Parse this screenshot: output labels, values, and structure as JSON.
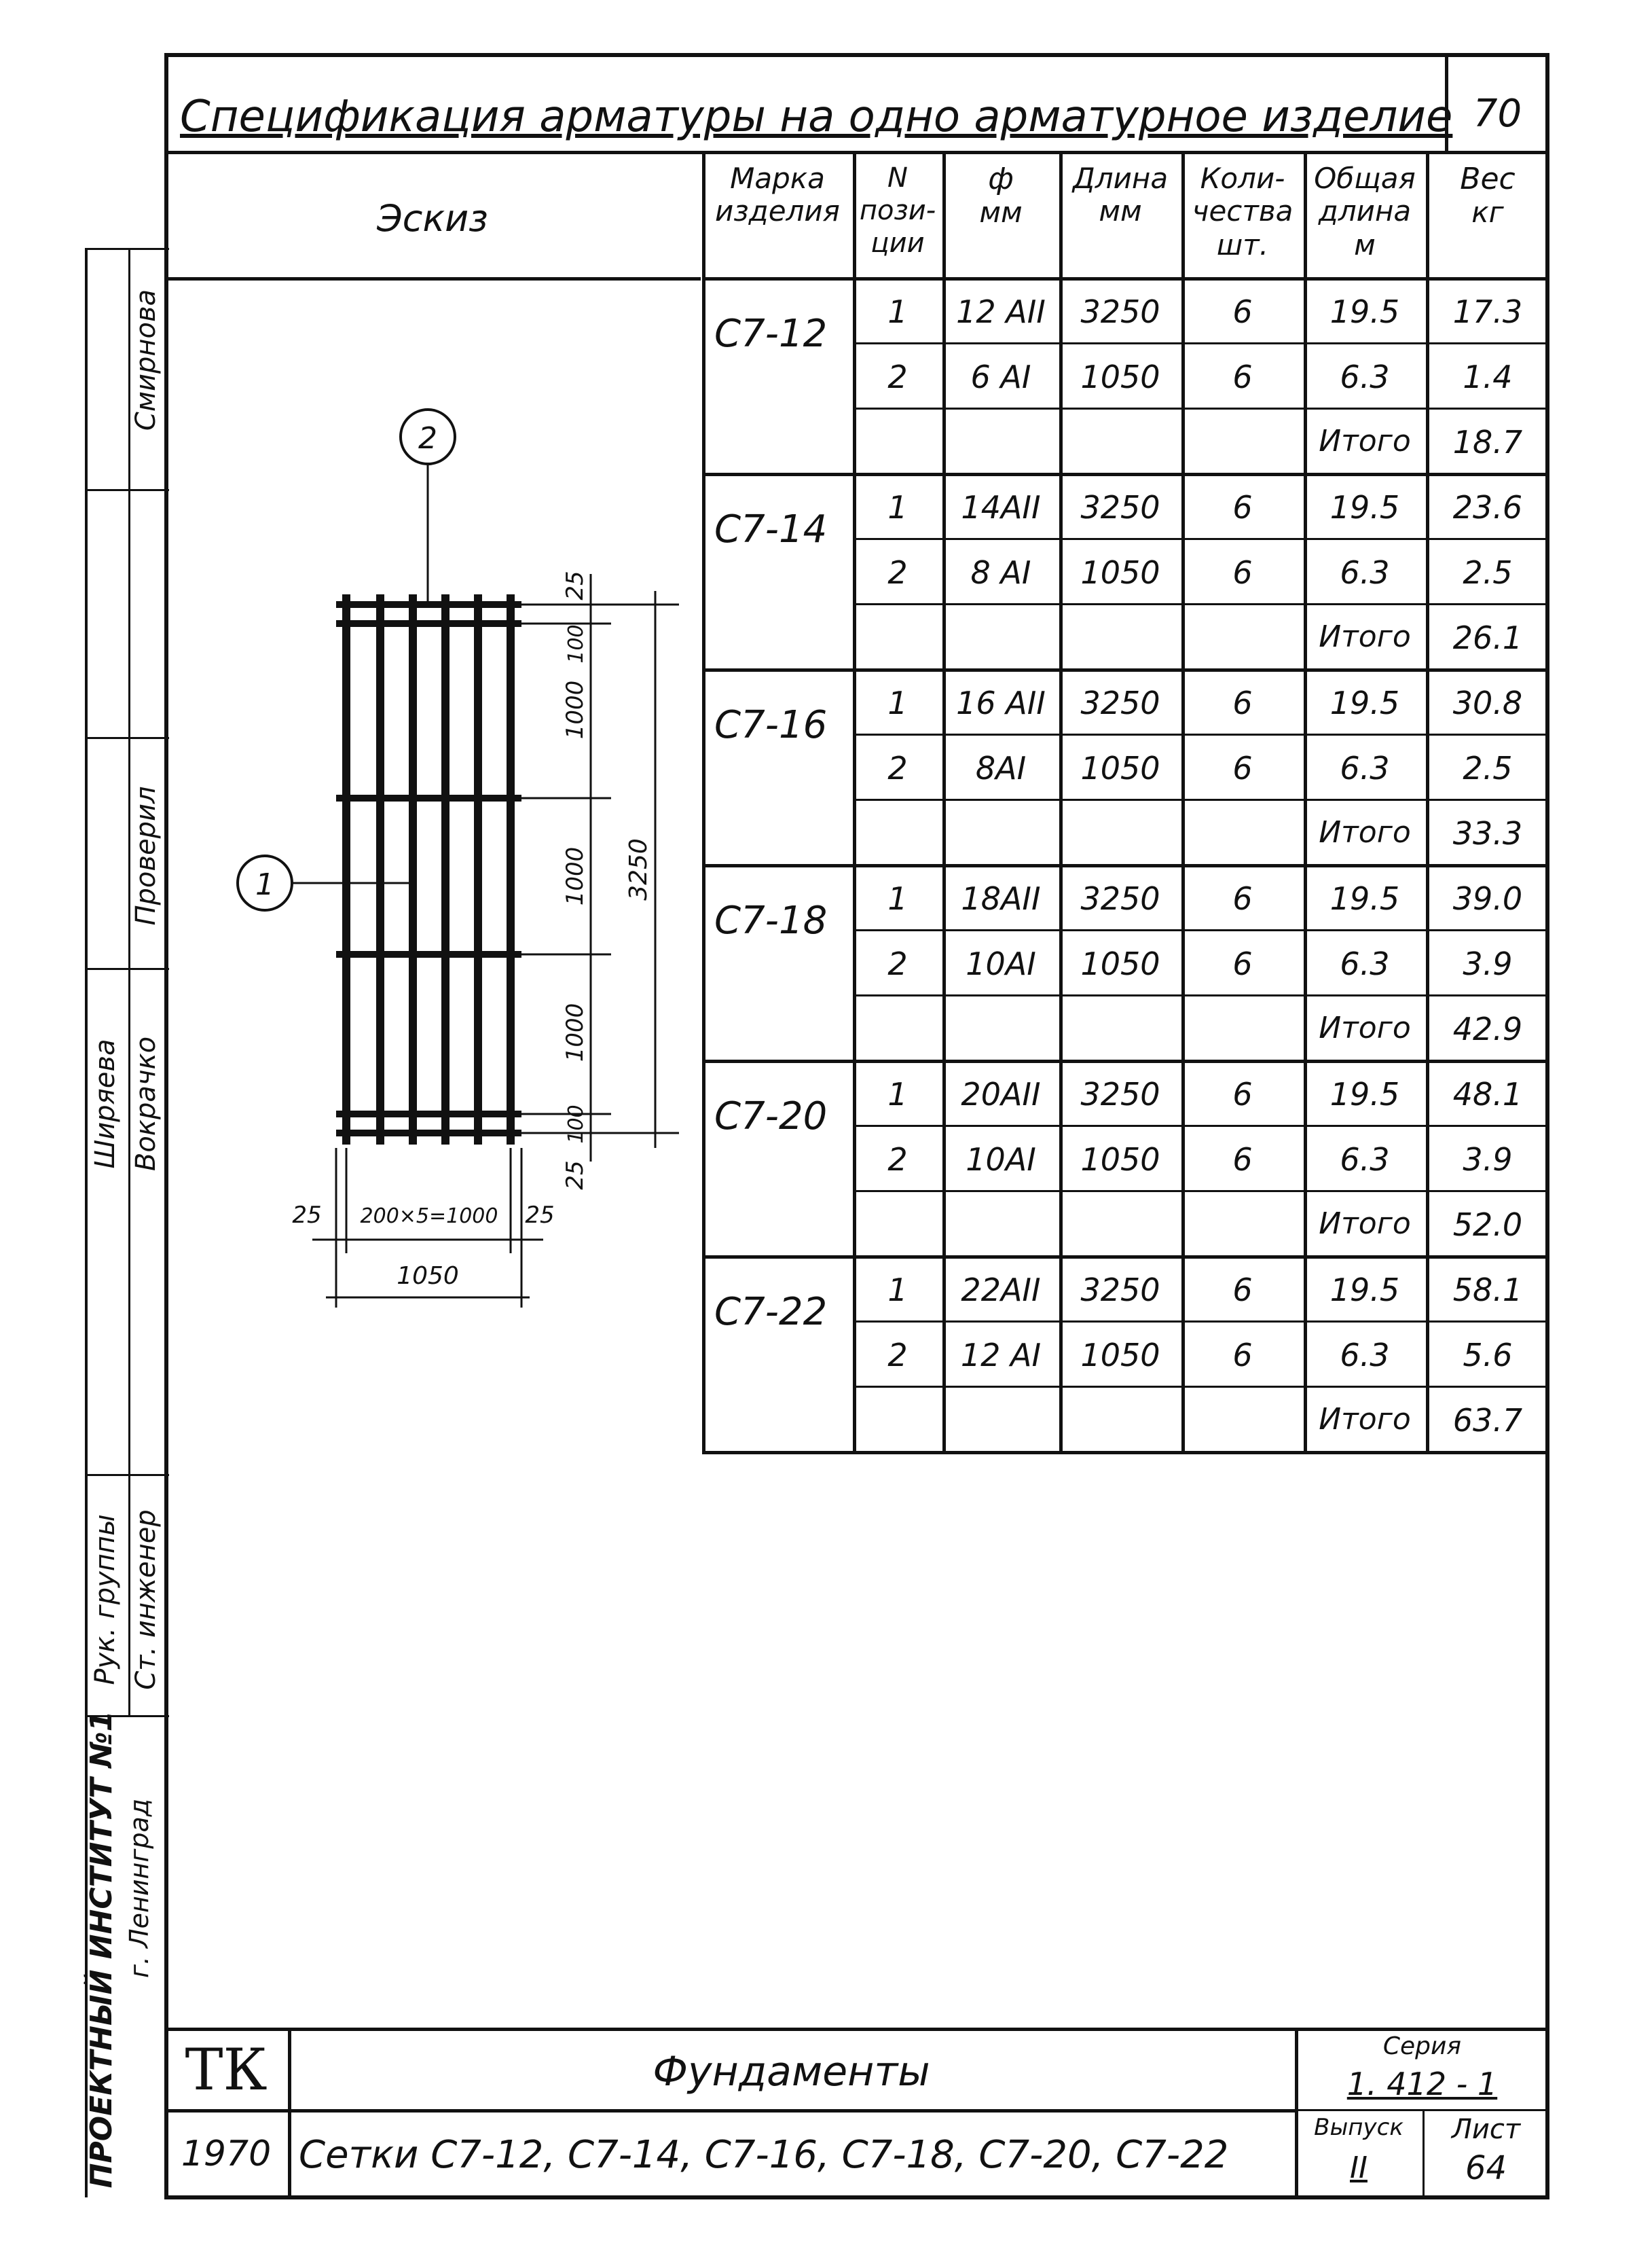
{
  "sheet_number": "70",
  "title": "Спецификация арматуры на одно арматурное изделие",
  "headers": {
    "sketch": "Эскиз",
    "mark": [
      "Марка",
      "изделия"
    ],
    "pos": [
      "N",
      "пози-",
      "ции"
    ],
    "dia": [
      "ф",
      "мм"
    ],
    "length": [
      "Длина",
      "мм"
    ],
    "qty": [
      "Коли-",
      "чества",
      "шт."
    ],
    "total_len": [
      "Общая",
      "длина",
      "м"
    ],
    "weight": [
      "Вес",
      "кг"
    ]
  },
  "products": [
    {
      "mark": "С7-12",
      "rows": [
        [
          "1",
          "12 AII",
          "3250",
          "6",
          "19.5",
          "17.3"
        ],
        [
          "2",
          "6 AI",
          "1050",
          "6",
          "6.3",
          "1.4"
        ]
      ],
      "total": "18.7"
    },
    {
      "mark": "С7-14",
      "rows": [
        [
          "1",
          "14AII",
          "3250",
          "6",
          "19.5",
          "23.6"
        ],
        [
          "2",
          "8 AI",
          "1050",
          "6",
          "6.3",
          "2.5"
        ]
      ],
      "total": "26.1"
    },
    {
      "mark": "С7-16",
      "rows": [
        [
          "1",
          "16 AII",
          "3250",
          "6",
          "19.5",
          "30.8"
        ],
        [
          "2",
          "8AI",
          "1050",
          "6",
          "6.3",
          "2.5"
        ]
      ],
      "total": "33.3"
    },
    {
      "mark": "С7-18",
      "rows": [
        [
          "1",
          "18AII",
          "3250",
          "6",
          "19.5",
          "39.0"
        ],
        [
          "2",
          "10AI",
          "1050",
          "6",
          "6.3",
          "3.9"
        ]
      ],
      "total": "42.9"
    },
    {
      "mark": "С7-20",
      "rows": [
        [
          "1",
          "20AII",
          "3250",
          "6",
          "19.5",
          "48.1"
        ],
        [
          "2",
          "10AI",
          "1050",
          "6",
          "6.3",
          "3.9"
        ]
      ],
      "total": "52.0"
    },
    {
      "mark": "С7-22",
      "rows": [
        [
          "1",
          "22AII",
          "3250",
          "6",
          "19.5",
          "58.1"
        ],
        [
          "2",
          "12 AI",
          "1050",
          "6",
          "6.3",
          "5.6"
        ]
      ],
      "total": "63.7"
    }
  ],
  "total_label": "Итого",
  "sketch": {
    "callout_1": "1",
    "callout_2": "2",
    "dim_25_top": "25",
    "dim_100_top": "100",
    "dim_1000_a": "1000",
    "dim_1000_b": "1000",
    "dim_1000_c": "1000",
    "dim_100_bottom": "100",
    "dim_25_bottom": "25",
    "dim_3250": "3250",
    "dim_25_left": "25",
    "dim_spacing": "200×5=1000",
    "dim_25_right": "25",
    "dim_1050": "1050"
  },
  "side_stamp": {
    "names": [
      "Смирнова",
      "Проверил",
      "Ширяева",
      "Вокрачко",
      "Рук. группы",
      "Ст. инженер"
    ],
    "signature": "Вокрачко",
    "institute": "ПРОЕКТНЫЙ ИНСТИТУТ №1",
    "city": "г. Ленинград"
  },
  "title_block": {
    "logo": "ТК",
    "subject": "Фундаменты",
    "series_label": "Серия",
    "series": "1. 412 - 1",
    "year": "1970",
    "description": "Сетки С7-12, С7-14, С7-16, С7-18, С7-20, С7-22",
    "issue_label": "Выпуск",
    "issue": "II",
    "sheet_label": "Лист",
    "sheet": "64"
  }
}
